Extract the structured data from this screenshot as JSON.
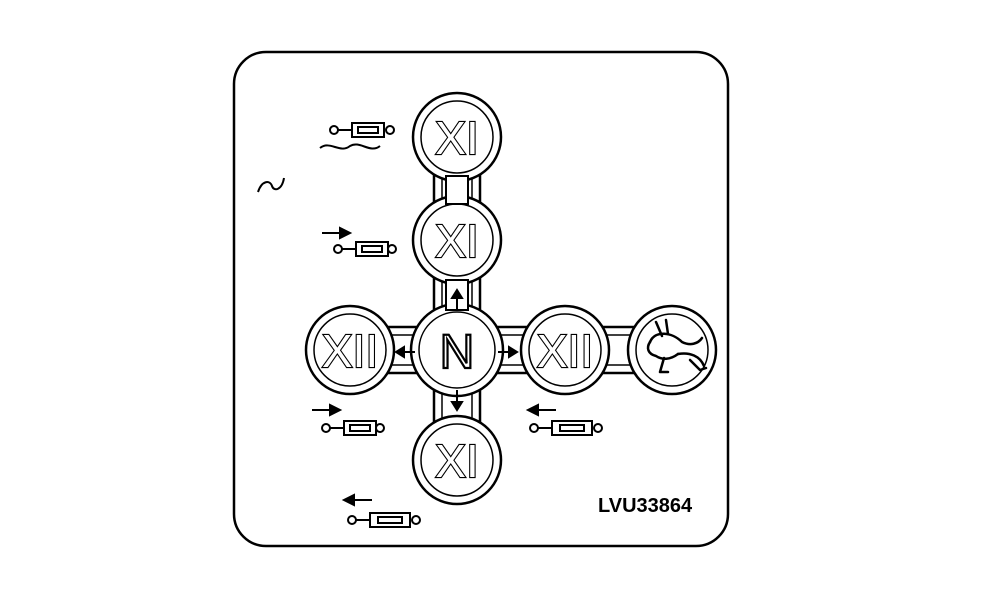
{
  "diagram": {
    "positions": {
      "top": "XI",
      "upper": "XI",
      "center": "N",
      "left": "XII",
      "right": "XII",
      "bottom": "XI"
    },
    "code": "LVU33864",
    "icons": [
      "rabbit-icon",
      "propeller-shaft-icon",
      "arrow-icon",
      "tilde-icon",
      "water-wave-icon"
    ]
  }
}
